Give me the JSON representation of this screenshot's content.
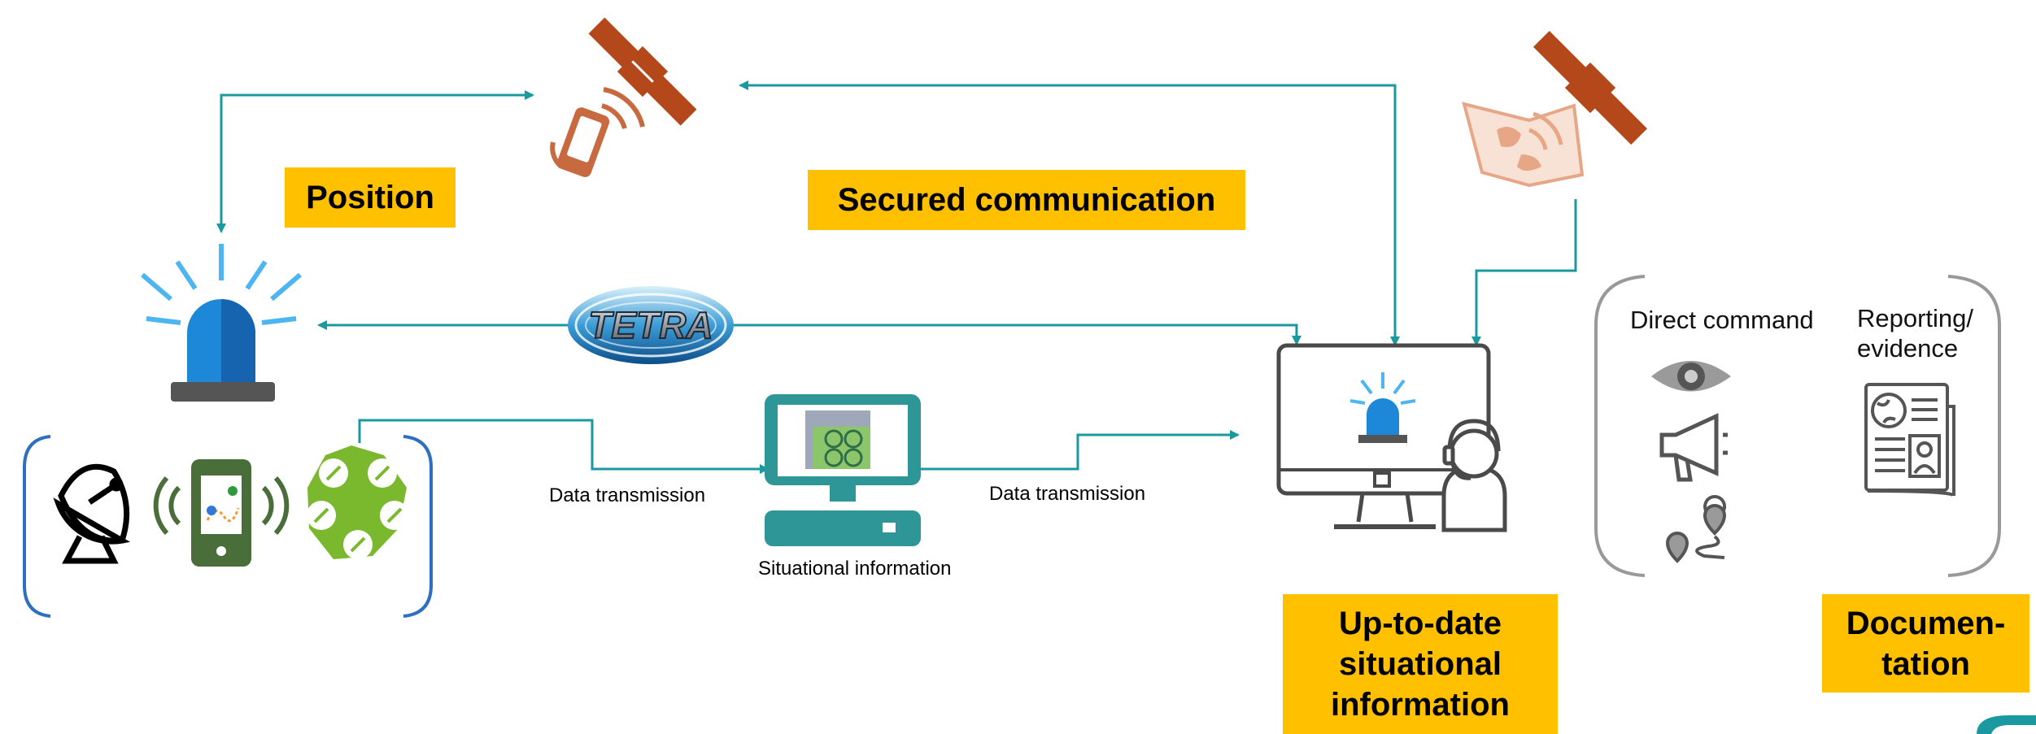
{
  "labels": {
    "position": "Position",
    "secured_communication": "Secured communication",
    "up_to_date": [
      "Up-to-date",
      "situational",
      "information"
    ],
    "documentation": [
      "Documen-",
      "tation"
    ]
  },
  "small_text": {
    "data_transmission_left": "Data transmission",
    "data_transmission_right": "Data transmission",
    "situational_information": "Situational information"
  },
  "panel": {
    "direct_command": "Direct command",
    "reporting": [
      "Reporting/",
      "evidence"
    ]
  },
  "tetra_logo_text": "TETRA",
  "colors": {
    "connector": "#1A9AA0",
    "label_bg": "#FFC000",
    "satellite": "#B5481A",
    "satellite_faded": "#E7A786",
    "beacon_blue": "#1E88D8",
    "beacon_base": "#555555",
    "bracket_blue": "#2E6FBF",
    "phone_green": "#4A6E3A",
    "drone_green": "#7AB82E",
    "computer_teal": "#2E9696",
    "monitor_gray": "#4A4A4A",
    "panel_gray": "#999999"
  }
}
